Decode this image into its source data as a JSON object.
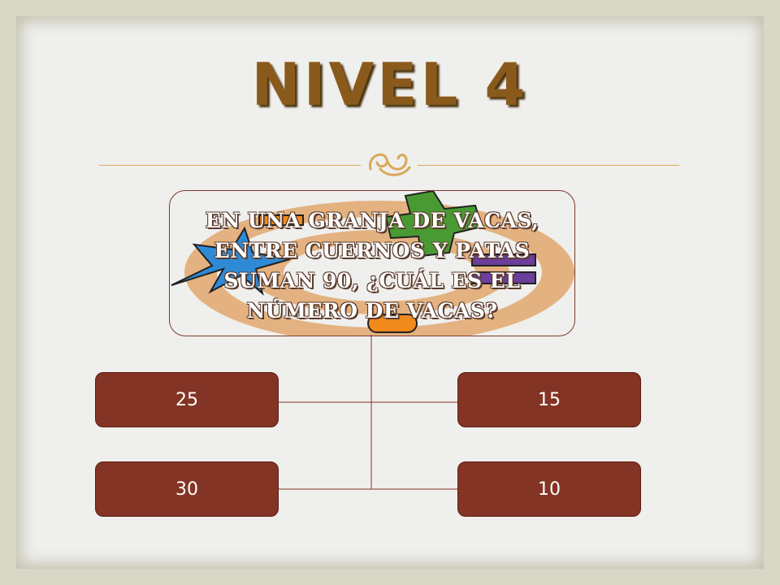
{
  "title": "NIVEL 4",
  "question": "EN UNA GRANJA DE VACAS, ENTRE CUERNOS Y PATAS SUMAN 90, ¿CUÁL ES EL NÚMERO DE VACAS?",
  "answers": [
    "25",
    "15",
    "30",
    "10"
  ],
  "colors": {
    "title": "#8a5a1c",
    "answer_bg": "#843424",
    "rule": "#d9a85a",
    "slide_bg": "#efefed",
    "frame": "#d9d7c6"
  },
  "icons": {
    "ornament": "scroll-ornament-icon",
    "background": "math-symbols-illustration"
  }
}
